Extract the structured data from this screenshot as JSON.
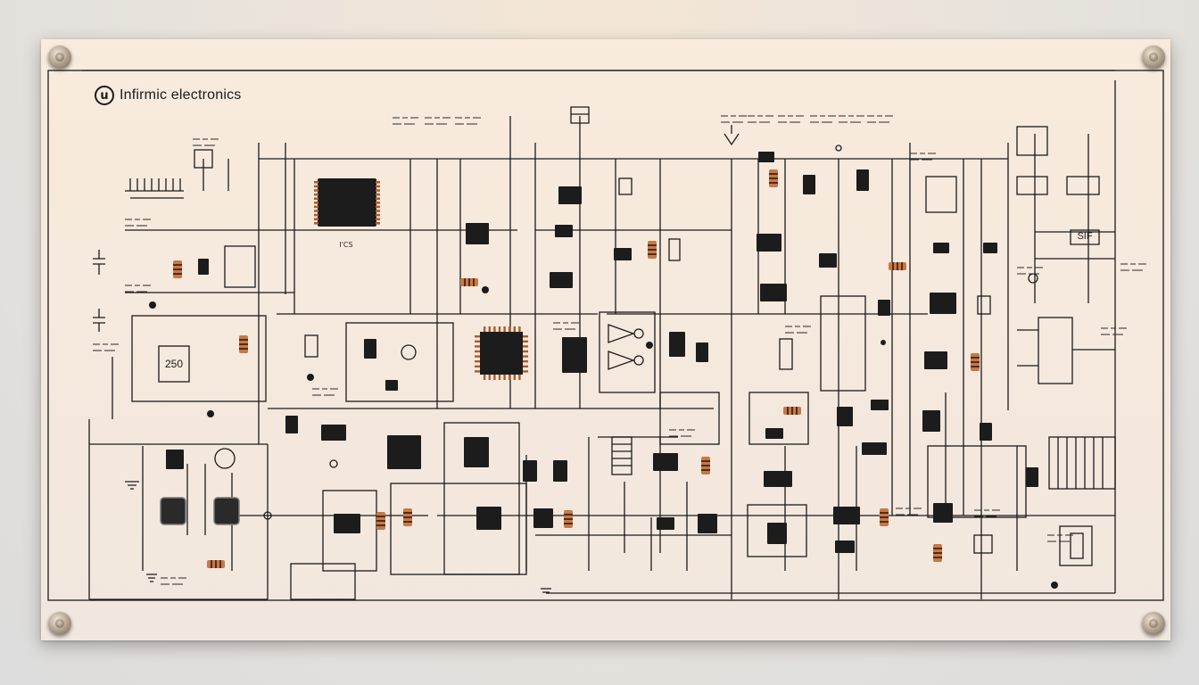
{
  "brand": {
    "name": "Infirmic electronics",
    "logo_glyph": "u"
  },
  "labels": {
    "big_ic": "I'CS",
    "reg_block": "250",
    "sif_block": "SIF"
  },
  "colors": {
    "panel": "#f6e9dd",
    "ink": "#1b1b1b",
    "chip": "#1c1c1c",
    "copper": "#b05a2c"
  }
}
